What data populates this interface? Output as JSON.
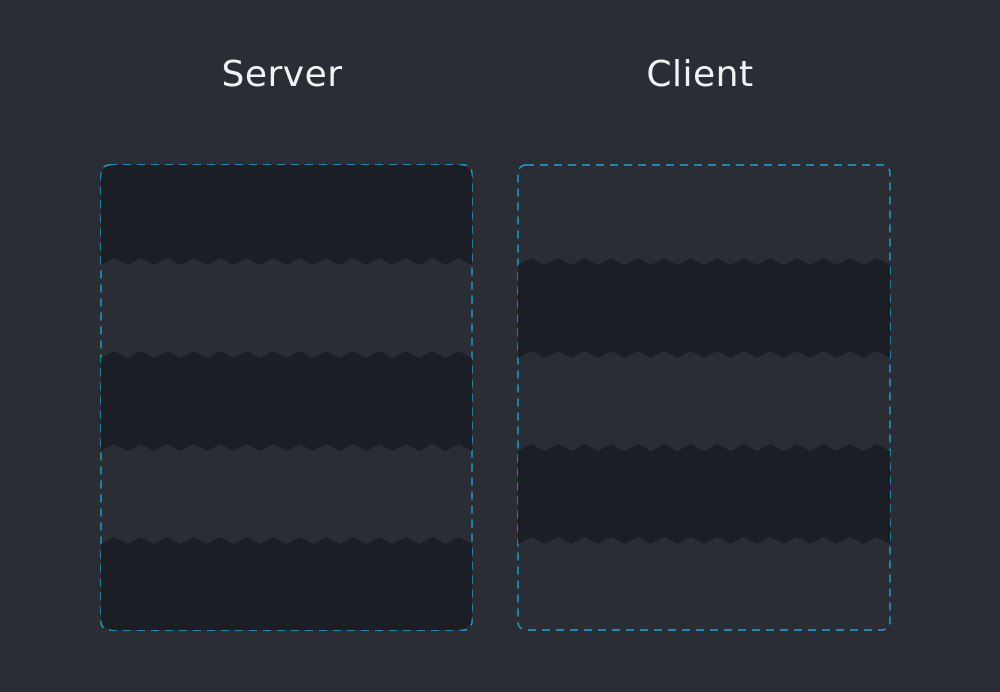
{
  "columns": {
    "server": {
      "label": "Server",
      "segments": [
        "rendered",
        "placeholder",
        "rendered",
        "placeholder",
        "rendered"
      ]
    },
    "client": {
      "label": "Client",
      "segments": [
        "placeholder",
        "rendered",
        "placeholder",
        "rendered",
        "placeholder"
      ]
    }
  },
  "colors": {
    "background": "#2a2d34",
    "rendered_block": "#1b1e25",
    "placeholder_block": "#2a2d34",
    "dashed_outline": "#1aa3d9",
    "text": "#f1f2f4"
  }
}
